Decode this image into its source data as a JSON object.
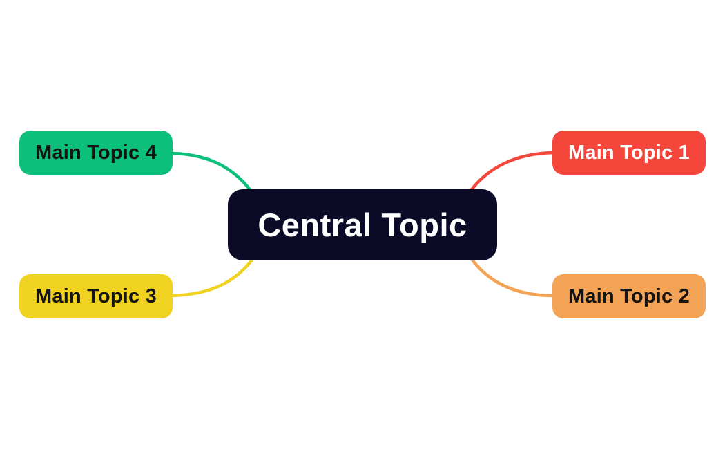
{
  "canvas": {
    "background": "#FFFFFF"
  },
  "central_topic": {
    "label": "Central Topic",
    "bg": "#0B0A27",
    "text_color": "#FFFFFF"
  },
  "topics": [
    {
      "label": "Main Topic 1",
      "position": "top-right",
      "bg": "#F5463C",
      "text_color": "#FFFFFF"
    },
    {
      "label": "Main Topic 2",
      "position": "bottom-right",
      "bg": "#F3A355",
      "text_color": "#141414"
    },
    {
      "label": "Main Topic 3",
      "position": "bottom-left",
      "bg": "#F0D321",
      "text_color": "#141414"
    },
    {
      "label": "Main Topic 4",
      "position": "top-left",
      "bg": "#0CBF7B",
      "text_color": "#141414"
    }
  ],
  "connectors": [
    {
      "from": "Central Topic",
      "to": "Main Topic 1",
      "color": "#F5463C"
    },
    {
      "from": "Central Topic",
      "to": "Main Topic 2",
      "color": "#F3A355"
    },
    {
      "from": "Central Topic",
      "to": "Main Topic 3",
      "color": "#F0D321"
    },
    {
      "from": "Central Topic",
      "to": "Main Topic 4",
      "color": "#0CBF7B"
    }
  ]
}
